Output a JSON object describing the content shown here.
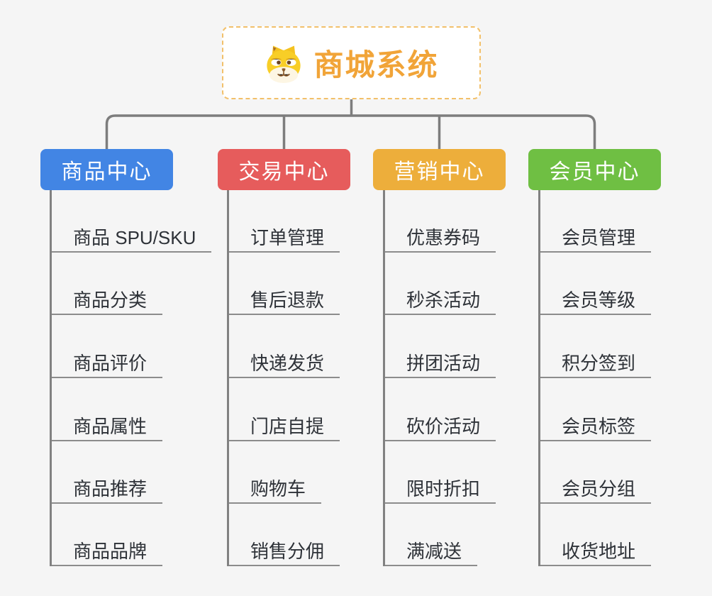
{
  "root": {
    "title": "商城系统",
    "icon": "dog-face-icon"
  },
  "branches": [
    {
      "label": "商品中心",
      "color": "#4285e4",
      "children": [
        "商品 SPU/SKU",
        "商品分类",
        "商品评价",
        "商品属性",
        "商品推荐",
        "商品品牌"
      ]
    },
    {
      "label": "交易中心",
      "color": "#e65c5c",
      "children": [
        "订单管理",
        "售后退款",
        "快递发货",
        "门店自提",
        "购物车",
        "销售分佣"
      ]
    },
    {
      "label": "营销中心",
      "color": "#edae3b",
      "children": [
        "优惠券码",
        "秒杀活动",
        "拼团活动",
        "砍价活动",
        "限时折扣",
        "满减送"
      ]
    },
    {
      "label": "会员中心",
      "color": "#6fbf43",
      "children": [
        "会员管理",
        "会员等级",
        "积分签到",
        "会员标签",
        "会员分组",
        "收货地址"
      ]
    }
  ],
  "colors": {
    "background": "#f5f5f5",
    "connector_line": "#7d7d7d",
    "leaf_underline": "#8c8c8c",
    "title_text": "#f1a438",
    "title_border": "#f2c06a",
    "leaf_text": "#2e3238"
  }
}
